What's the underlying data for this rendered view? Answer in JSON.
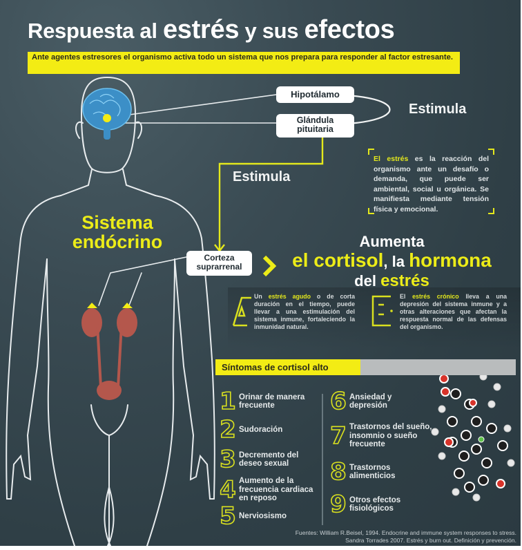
{
  "title": {
    "part1": "Respuesta al ",
    "part2": "estrés",
    "part3": " y sus ",
    "part4": "efectos"
  },
  "intro": "Ante agentes estresores el organismo activa todo un sistema que nos prepara para responder al factor estresante.",
  "flow": {
    "hipotalamo": "Hipotálamo",
    "pituitaria_l1": "Glándula",
    "pituitaria_l2": "pituitaria",
    "estimula_1": "Estimula",
    "estimula_2": "Estimula",
    "corteza_l1": "Corteza",
    "corteza_l2": "suprarrenal"
  },
  "definition": {
    "highlight": "El estrés",
    "text": " es la reacción del organismo ante un desafío o demanda, que puede ser ambiental, social u orgánica. Se manifiesta mediante tensión física y emocional."
  },
  "body_label": {
    "l1": "Sistema",
    "l2": "endócrino"
  },
  "headline": {
    "l1": "Aumenta",
    "cortisol": "el cortisol",
    "comma": ", la ",
    "hormona": "hormona",
    "del": "del ",
    "estres": "estrés"
  },
  "types": {
    "a": {
      "letter": "A",
      "lead": "Un ",
      "highlight": "estrés agudo",
      "text": " o de corta duración en el tiempo, puede llevar a una estimulación del sistema inmune, fortaleciendo la inmunidad natural."
    },
    "b": {
      "letter": "B",
      "lead": "El ",
      "highlight": "estrés crónico",
      "text": " lleva a una depresión del sistema inmune y a otras alteraciones que afectan la respuesta normal de las defensas del organismo."
    }
  },
  "symptoms": {
    "header": "Síntomas de cortisol alto",
    "left": [
      {
        "num": "1",
        "text": "Orinar de manera frecuente"
      },
      {
        "num": "2",
        "text": "Sudoración"
      },
      {
        "num": "3",
        "text": "Decremento del deseo sexual"
      },
      {
        "num": "4",
        "text": "Aumento de la frecuencia cardiaca en reposo"
      },
      {
        "num": "5",
        "text": "Nerviosismo"
      }
    ],
    "right": [
      {
        "num": "6",
        "text": "Ansiedad y depresión"
      },
      {
        "num": "7",
        "text": "Trastornos del sueño, insomnio o sueño frecuente"
      },
      {
        "num": "8",
        "text": "Trastornos alimenticios"
      },
      {
        "num": "9",
        "text": "Otros efectos fisiológicos"
      }
    ]
  },
  "sources": {
    "l1": "Fuentes: William R.Beisel, 1994. Endocrine and immune system responses to stress.",
    "l2": "Sandra Torrades 2007. Estrés y burn out. Definición y prevención."
  },
  "colors": {
    "background": "#33444b",
    "accent_yellow": "#ecec18",
    "brain_blue": "#4aa3d8",
    "kidney_red": "#b4574c",
    "text_white": "#ffffff"
  }
}
